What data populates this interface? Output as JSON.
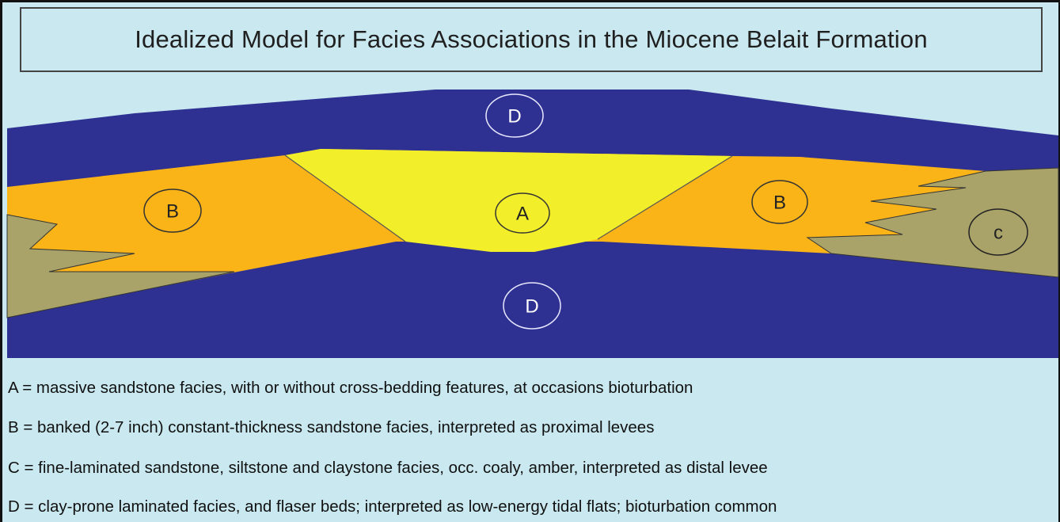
{
  "title": "Idealized Model for Facies Associations in the Miocene Belait  Formation",
  "colors": {
    "background": "#c9e8ef",
    "clay_D": "#2e3192",
    "sandstone_A": "#f2ee2a",
    "levee_B": "#fbb417",
    "distal_C": "#a9a36a"
  },
  "labels": {
    "d_top": "D",
    "a": "A",
    "b_left": "B",
    "b_right": "B",
    "c": "c",
    "d_bottom": "D"
  },
  "legend": [
    "A = massive sandstone facies, with or without cross-bedding features, at occasions bioturbation",
    "B = banked (2-7 inch) constant-thickness sandstone facies, interpreted as proximal levees",
    "C = fine-laminated sandstone, siltstone and claystone facies, occ. coaly, amber, interpreted as distal levee",
    "D = clay-prone laminated facies, and flaser beds; interpreted as low-energy tidal flats; bioturbation common"
  ]
}
